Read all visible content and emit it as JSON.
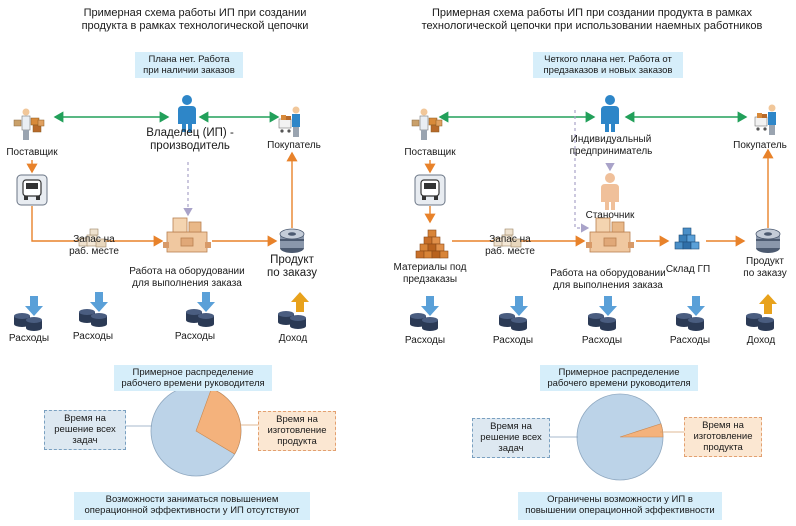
{
  "left": {
    "title_line1": "Примерная схема работы ИП при создании",
    "title_line2": "продукта в рамках технологической цепочки",
    "plan_line1": "Плана нет. Работа",
    "plan_line2": "при наличии заказов",
    "supplier": "Поставщик",
    "owner_line1": "Владелец (ИП) -",
    "owner_line2": "производитель",
    "buyer": "Покупатель",
    "stock_line1": "Запас на",
    "stock_line2": "раб. месте",
    "work_line1": "Работа на оборудовании",
    "work_line2": "для выполнения заказа",
    "product_line1": "Продукт",
    "product_line2": "по заказу",
    "expense1": "Расходы",
    "expense2": "Расходы",
    "expense3": "Расходы",
    "income": "Доход",
    "dist_line1": "Примерное распределение",
    "dist_line2": "рабочего времени руководителя",
    "decide_line1": "Время на",
    "decide_line2": "решение всех",
    "decide_line3": "задач",
    "make_line1": "Время на",
    "make_line2": "изготовление",
    "make_line3": "продукта",
    "bottom_line1": "Возможности заниматься повышением",
    "bottom_line2": "операционной эффективности у ИП отсутствуют"
  },
  "right": {
    "title_line1": "Примерная схема работы ИП при создании продукта в рамках",
    "title_line2": "технологической цепочки при использовании наемных работников",
    "plan_line1": "Четкого плана нет. Работа от",
    "plan_line2": "предзаказов и новых заказов",
    "supplier": "Поставщик",
    "owner_line1": "Индивидуальный",
    "owner_line2": "предприниматель",
    "buyer": "Покупатель",
    "worker": "Станочник",
    "materials_line1": "Материалы под",
    "materials_line2": "предзаказы",
    "stock_line1": "Запас на",
    "stock_line2": "раб. месте",
    "work_line1": "Работа на оборудовании",
    "work_line2": "для выполнения заказа",
    "warehouse": "Склад ГП",
    "product_line1": "Продукт",
    "product_line2": "по заказу",
    "expense1": "Расходы",
    "expense2": "Расходы",
    "expense3": "Расходы",
    "expense4": "Расходы",
    "income": "Доход",
    "dist_line1": "Примерное распределение",
    "dist_line2": "рабочего времени руководителя",
    "decide_line1": "Время на",
    "decide_line2": "решение всех",
    "decide_line3": "задач",
    "make_line1": "Время на",
    "make_line2": "изготовление",
    "make_line3": "продукта",
    "bottom_line1": "Ограничены возможности у ИП в",
    "bottom_line2": "повышении операционной эффективности"
  },
  "pie_left": {
    "decide_share": 0.72,
    "make_share": 0.28
  },
  "pie_right": {
    "decide_share": 0.95,
    "make_share": 0.05
  },
  "colors": {
    "flow": "#e8822a",
    "link": "#22a05a",
    "dashed": "#a9a3c9",
    "pie_blue": "#bcd3e8",
    "pie_orange": "#f4b27c",
    "expense_arrow": "#5aa0d8",
    "income_arrow": "#e8a21c"
  },
  "icons": [
    "supplier-icon",
    "owner-person-icon",
    "buyer-icon",
    "truck-icon",
    "stock-boxes-icon",
    "machine-icon",
    "product-reel-icon",
    "coins-down-icon",
    "coins-up-icon",
    "worker-person-icon",
    "materials-pile-icon",
    "warehouse-cubes-icon"
  ]
}
